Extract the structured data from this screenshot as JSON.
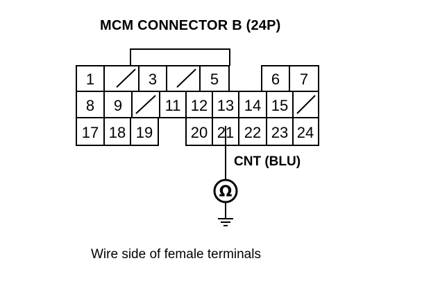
{
  "title": "MCM CONNECTOR B (24P)",
  "caption": "Wire side of female terminals",
  "wire_label": "CNT (BLU)",
  "meter_symbol": "Ω",
  "icons": {
    "meter": "ohmmeter-icon",
    "ground": "ground-icon"
  },
  "connector": {
    "rows": [
      [
        {
          "label": "1"
        },
        {
          "label": "",
          "unused": true
        },
        {
          "label": "3"
        },
        {
          "label": "",
          "unused": true
        },
        {
          "label": "5"
        },
        {
          "label": "",
          "empty": true
        },
        {
          "label": "6"
        },
        {
          "label": "7"
        }
      ],
      [
        {
          "label": "8"
        },
        {
          "label": "9"
        },
        {
          "label": "",
          "unused": true
        },
        {
          "label": "11"
        },
        {
          "label": "12"
        },
        {
          "label": "13"
        },
        {
          "label": "14"
        },
        {
          "label": "15"
        },
        {
          "label": "",
          "unused": true
        }
      ],
      [
        {
          "label": "17"
        },
        {
          "label": "18"
        },
        {
          "label": "19"
        },
        {
          "label": "",
          "empty": true
        },
        {
          "label": "20"
        },
        {
          "label": "21"
        },
        {
          "label": "22"
        },
        {
          "label": "23"
        },
        {
          "label": "24"
        }
      ]
    ],
    "probe_terminal": "21"
  }
}
